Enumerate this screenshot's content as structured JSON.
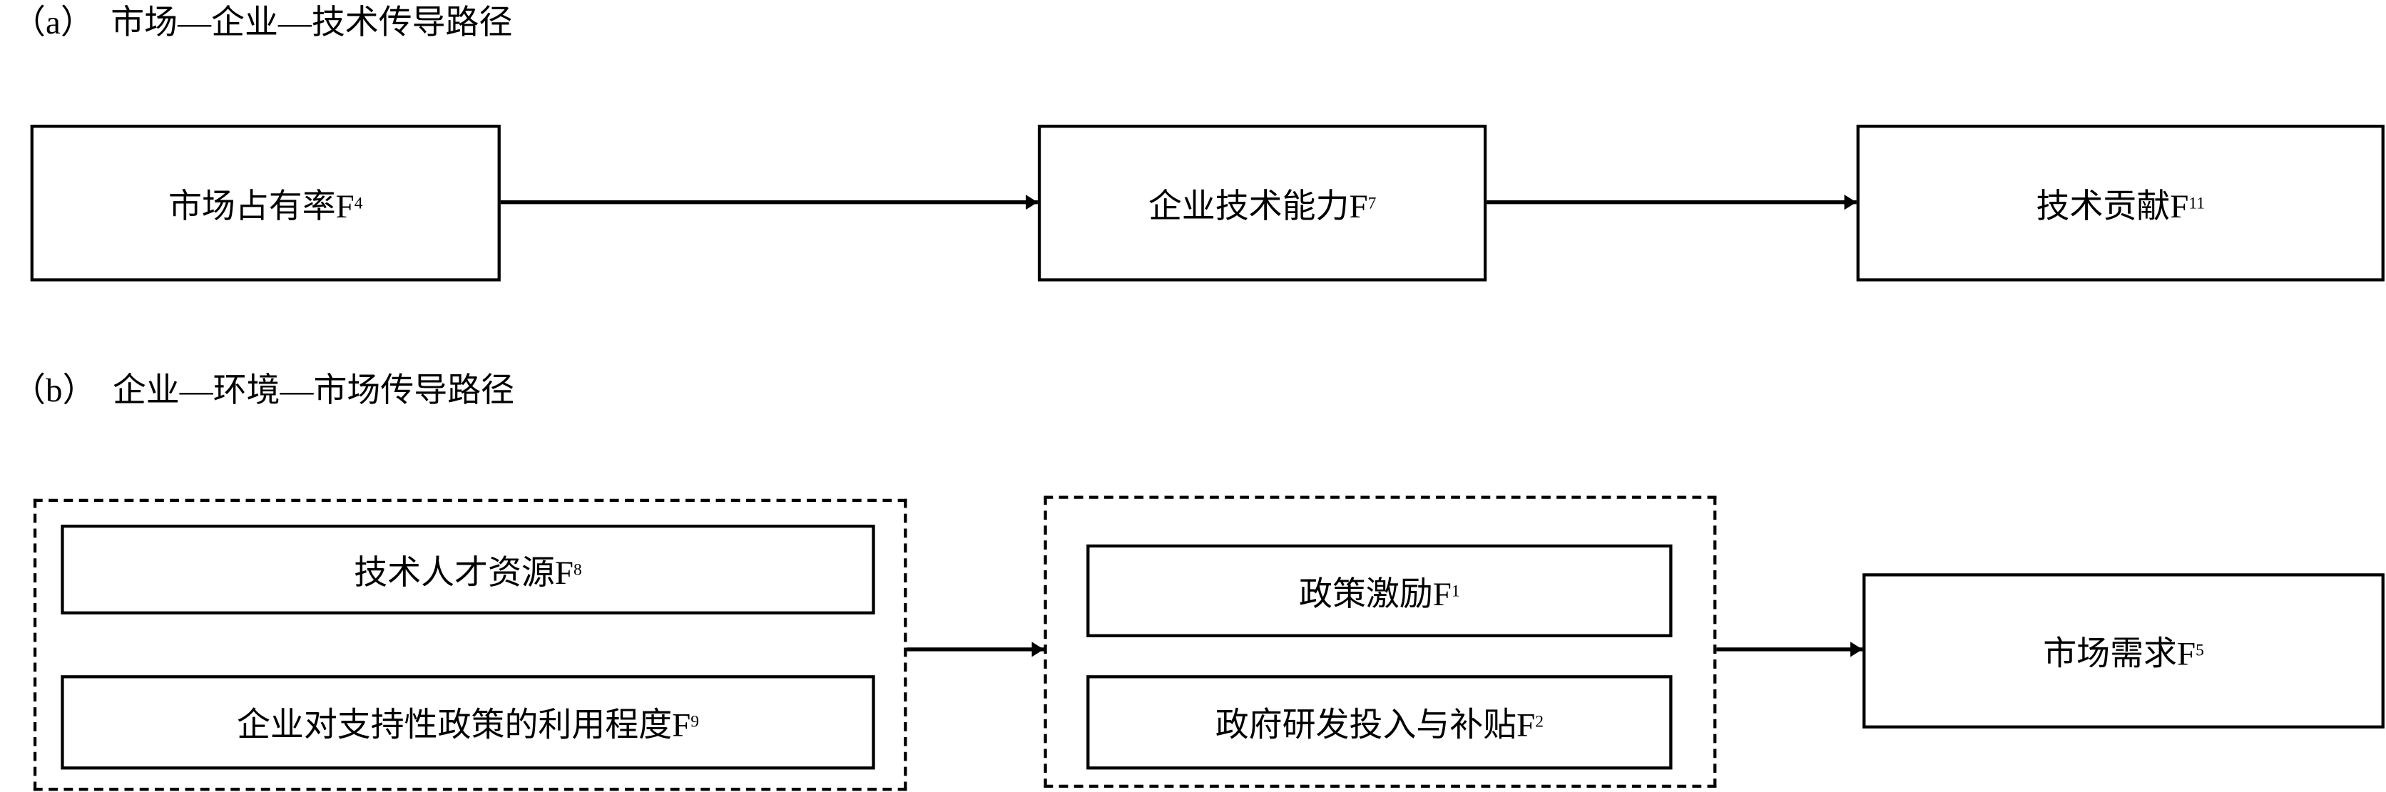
{
  "panel_a": {
    "title": "（a）  市场—企业—技术传导路径",
    "nodes": [
      {
        "label": "市场占有率F",
        "sub": "4"
      },
      {
        "label": "企业技术能力F",
        "sub": "7"
      },
      {
        "label": "技术贡献F",
        "sub": "11"
      }
    ]
  },
  "panel_b": {
    "title": "（b）  企业—环境—市场传导路径",
    "group1": [
      {
        "label": "技术人才资源F",
        "sub": "8"
      },
      {
        "label": "企业对支持性政策的利用程度F",
        "sub": "9"
      }
    ],
    "group2": [
      {
        "label": "政策激励F",
        "sub": "1"
      },
      {
        "label": "政府研发投入与补贴F",
        "sub": "2"
      }
    ],
    "target": {
      "label": "市场需求F",
      "sub": "5"
    }
  },
  "colors": {
    "stroke": "#000000",
    "background": "#ffffff"
  }
}
